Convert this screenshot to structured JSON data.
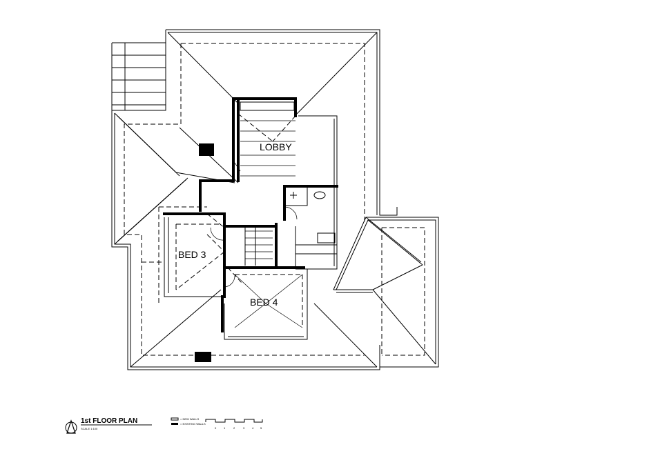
{
  "rooms": {
    "lobby": "LOBBY",
    "bed3": "BED 3",
    "bed4": "BED 4"
  },
  "title_block": {
    "title": "1st FLOOR PLAN",
    "scale": "SCALE 1:100",
    "legend_new": "= NEW WALLS",
    "legend_existing": "= EXISTING WALLS",
    "scale_ticks": [
      "0",
      "1",
      "2",
      "3",
      "4",
      "5"
    ]
  },
  "colors": {
    "line": "#000000",
    "background": "#ffffff"
  }
}
